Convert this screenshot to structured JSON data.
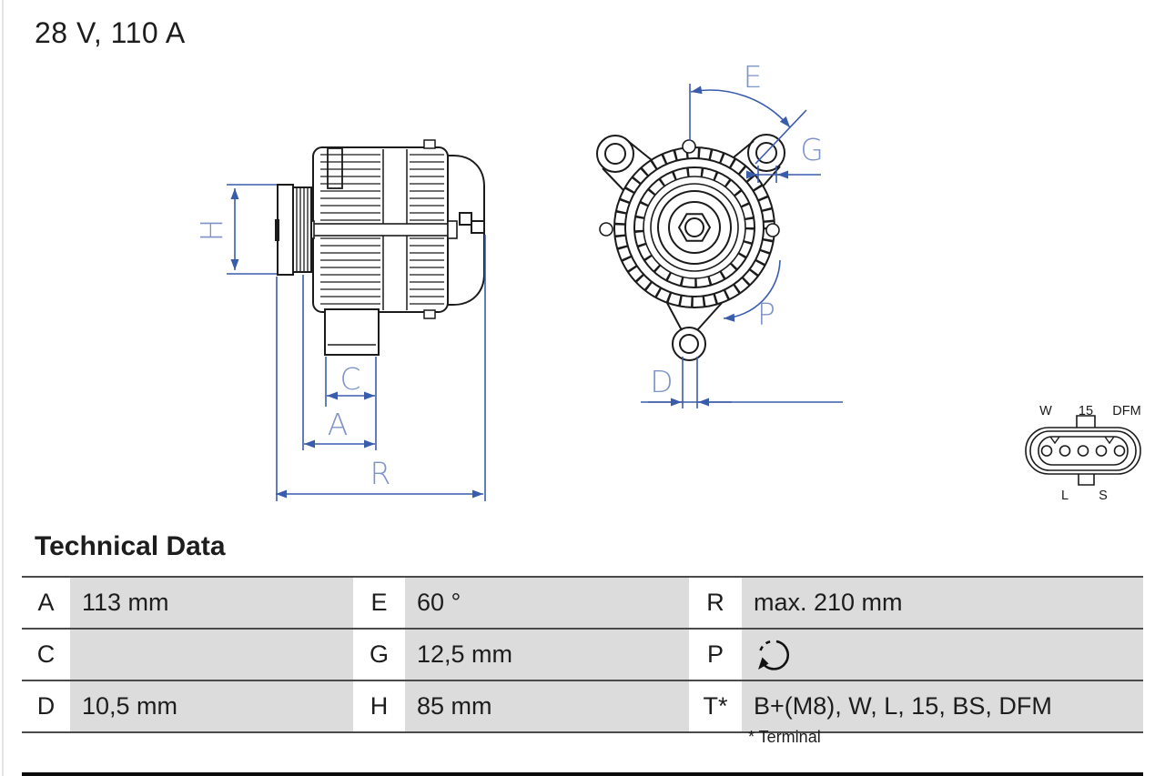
{
  "title": "28 V, 110 A",
  "drawing": {
    "side_view": {
      "labels": {
        "H": "H",
        "C": "C",
        "A": "A",
        "R": "R"
      }
    },
    "front_view": {
      "labels": {
        "E": "E",
        "G": "G",
        "P": "P",
        "D": "D"
      }
    },
    "connector": {
      "top_labels": [
        "W",
        "15",
        "DFM"
      ],
      "bottom_labels": [
        "L",
        "S"
      ],
      "pin_count": 5
    },
    "colors": {
      "line": "#1b1b1b",
      "dimension_line": "#3a5cad",
      "dimension_label": "#7e93c8"
    }
  },
  "technical_data": {
    "heading": "Technical Data",
    "footnote": "* Terminal",
    "rows": [
      {
        "cells": [
          {
            "key": "A",
            "value": "113 mm"
          },
          {
            "key": "E",
            "value": "60 °"
          },
          {
            "key": "R",
            "value": "max. 210 mm"
          }
        ]
      },
      {
        "cells": [
          {
            "key": "C",
            "value": ""
          },
          {
            "key": "G",
            "value": "12,5 mm"
          },
          {
            "key": "P",
            "value": "",
            "icon": "rotation-direction-counterclockwise"
          }
        ]
      },
      {
        "cells": [
          {
            "key": "D",
            "value": "10,5 mm"
          },
          {
            "key": "H",
            "value": "85 mm"
          },
          {
            "key": "T*",
            "value": "B+(M8), W, L, 15, BS, DFM"
          }
        ]
      }
    ]
  }
}
